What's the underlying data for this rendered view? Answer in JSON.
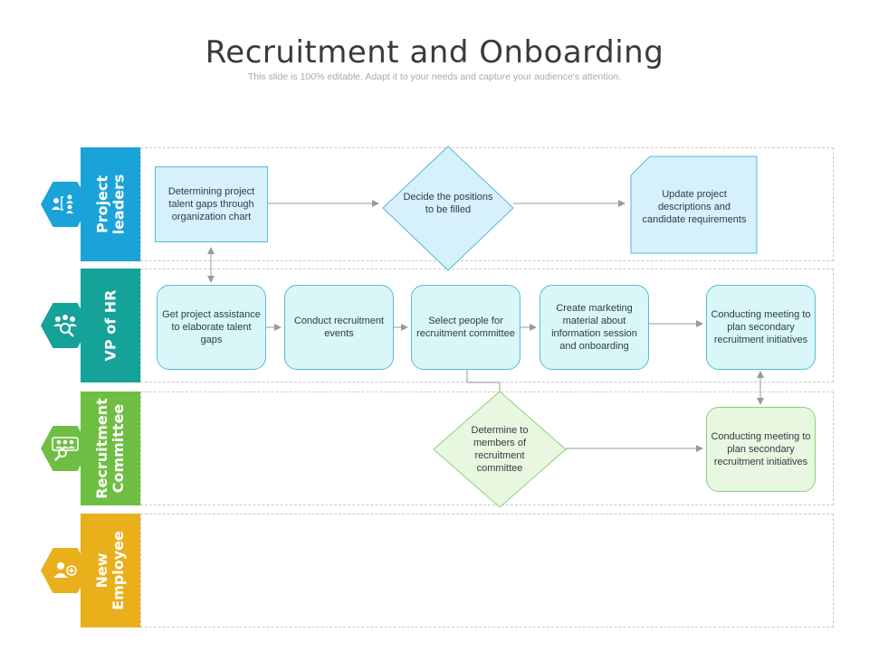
{
  "header": {
    "title": "Recruitment and Onboarding",
    "subtitle": "This slide is 100% editable. Adapt it to your needs and capture your audience's attention."
  },
  "colors": {
    "project_leaders": "#1aa3d9",
    "vp_hr": "#15a298",
    "recruitment_committee": "#6fbe44",
    "new_employee": "#e9b01c"
  },
  "lanes": [
    {
      "label": "Project\nleaders",
      "icon": "team-hierarchy-icon"
    },
    {
      "label": "VP of HR",
      "icon": "people-search-icon"
    },
    {
      "label": "Recruitment\nCommittee",
      "icon": "group-search-icon"
    },
    {
      "label": "New\nEmployee",
      "icon": "person-add-icon"
    }
  ],
  "nodes": {
    "determining": "Determining project talent gaps through organization chart",
    "decide": "Decide the positions to be filled",
    "update": "Update project descriptions and candidate requirements",
    "get_assistance": "Get project assistance to elaborate talent gaps",
    "conduct_events": "Conduct recruitment events",
    "select_people": "Select people for recruitment committee",
    "create_marketing": "Create marketing material about information session and onboarding",
    "conducting_meeting_hr": "Conducting meeting to plan secondary recruitment initiatives",
    "determine_members": "Determine to members of recruitment committee",
    "conducting_meeting_rc": "Conducting meeting to plan secondary recruitment initiatives"
  }
}
